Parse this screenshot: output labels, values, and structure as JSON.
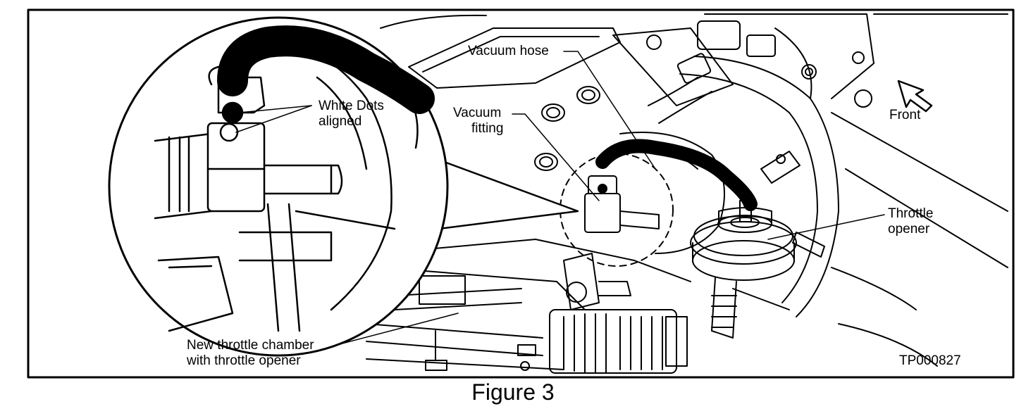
{
  "figure": {
    "caption": "Figure 3",
    "code": "TP000827",
    "labels": {
      "vacuum_hose": "Vacuum hose",
      "vacuum_fitting_1": "Vacuum",
      "vacuum_fitting_2": "fitting",
      "white_dots_1": "White Dots",
      "white_dots_2": "aligned",
      "front": "Front",
      "throttle_opener_1": "Throttle",
      "throttle_opener_2": "opener",
      "new_chamber_1": "New throttle chamber",
      "new_chamber_2": "with throttle opener"
    }
  }
}
